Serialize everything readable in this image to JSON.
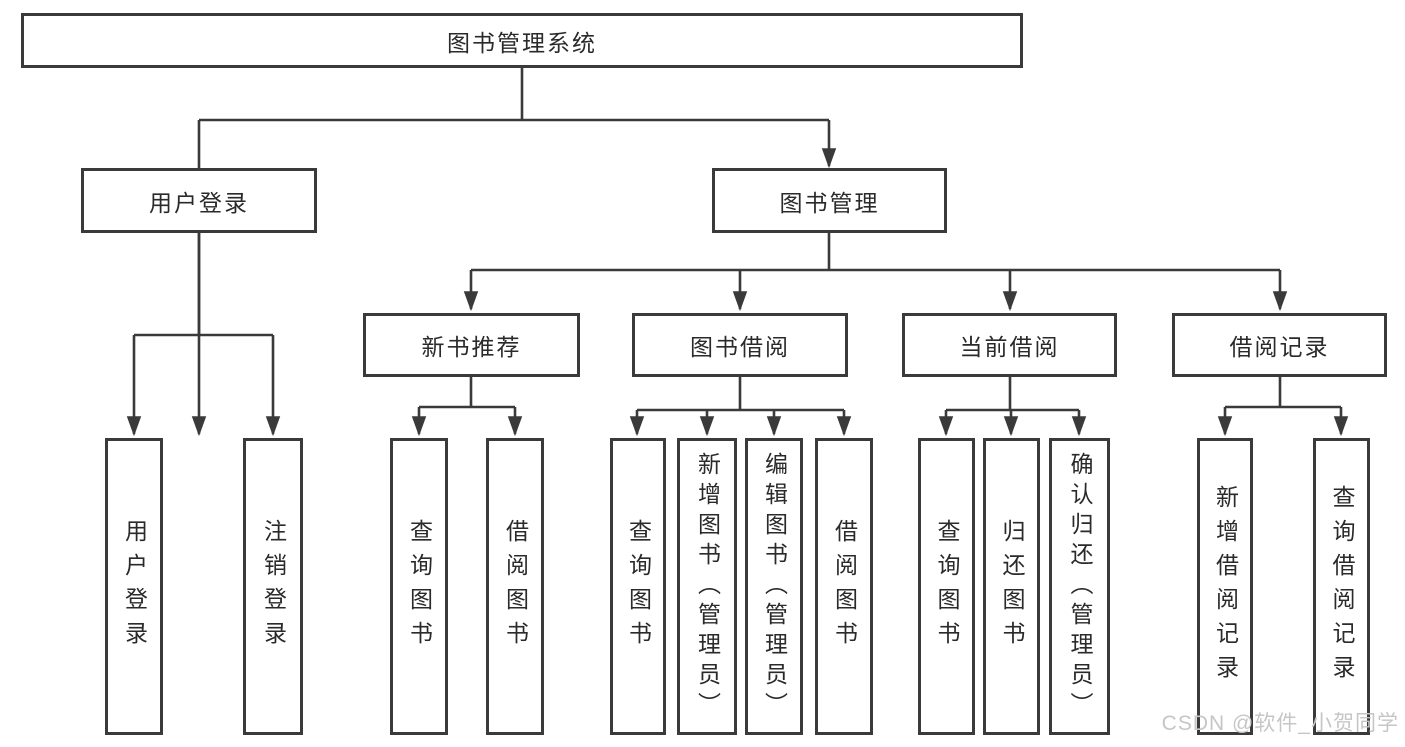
{
  "diagram": {
    "type": "tree",
    "colors": {
      "border": "#3a3a3a",
      "line": "#3a3a3a",
      "text": "#2a2a2a",
      "box_fill": "#ffffff",
      "background": "#ffffff",
      "watermark": "#c6c6c6"
    },
    "tree": {
      "root": {
        "label": "图书管理系统"
      },
      "children": [
        {
          "label": "用户登录",
          "children": [
            {
              "label": "用户登录"
            },
            {
              "label": "注销登录"
            }
          ]
        },
        {
          "label": "图书管理",
          "children": [
            {
              "label": "新书推荐",
              "children": [
                {
                  "label": "查询图书"
                },
                {
                  "label": "借阅图书"
                }
              ]
            },
            {
              "label": "图书借阅",
              "children": [
                {
                  "label": "查询图书"
                },
                {
                  "label": "新增图书（管理员）"
                },
                {
                  "label": "编辑图书（管理员）"
                },
                {
                  "label": "借阅图书"
                }
              ]
            },
            {
              "label": "当前借阅",
              "children": [
                {
                  "label": "查询图书"
                },
                {
                  "label": "归还图书"
                },
                {
                  "label": "确认归还（管理员）"
                }
              ]
            },
            {
              "label": "借阅记录",
              "children": [
                {
                  "label": "新增借阅记录"
                },
                {
                  "label": "查询借阅记录"
                }
              ]
            }
          ]
        }
      ]
    }
  },
  "watermark": {
    "text": "CSDN @软件_小贺同学"
  }
}
